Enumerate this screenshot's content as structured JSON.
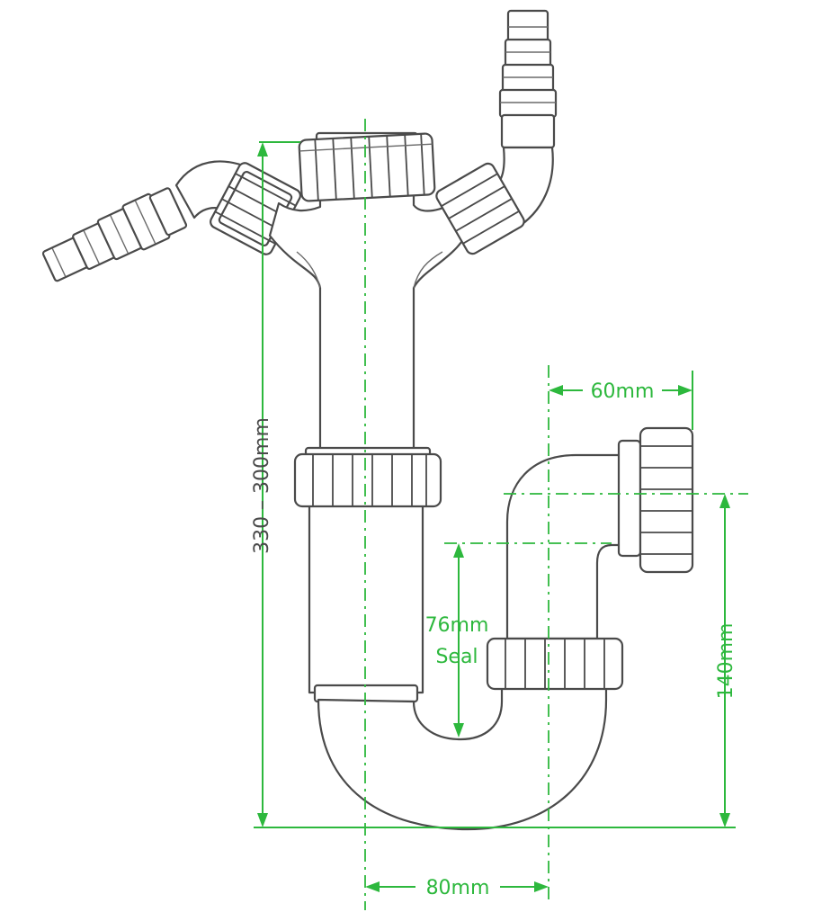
{
  "colors": {
    "dimension": "#2db83d",
    "outline": "#4a4a4a",
    "background": "#ffffff"
  },
  "dimensions": {
    "width_top": "60mm",
    "width_bottom": "80mm",
    "height_overall": "330 – 300mm",
    "height_outlet": "140mm",
    "seal_value": "76mm",
    "seal_word": "Seal"
  }
}
